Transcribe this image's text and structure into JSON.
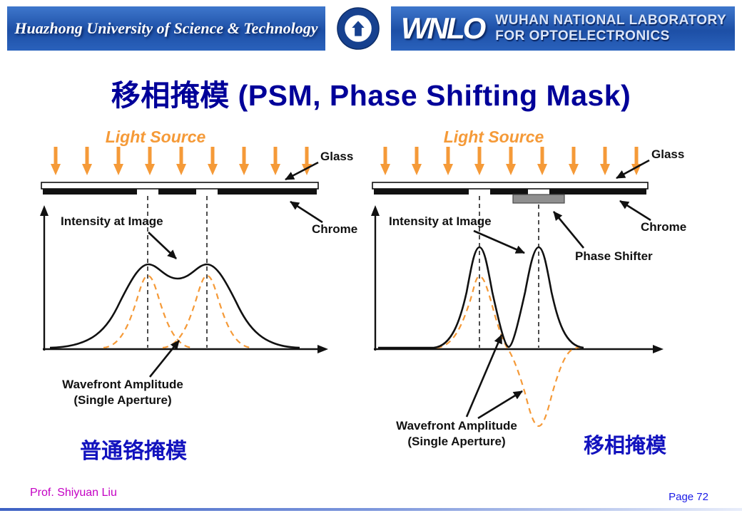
{
  "header": {
    "university_banner": "Huazhong University of Science & Technology",
    "wnlo_mark": "WNLO",
    "lab_name_line1": "WUHAN NATIONAL LABORATORY",
    "lab_name_line2": "FOR OPTOELECTRONICS"
  },
  "title": "移相掩模 (PSM, Phase Shifting Mask)",
  "diagrams": {
    "left": {
      "light_source": "Light Source",
      "glass_label": "Glass",
      "chrome_label": "Chrome",
      "intensity_label": "Intensity at Image",
      "wavefront_label_line1": "Wavefront Amplitude",
      "wavefront_label_line2": "(Single Aperture)",
      "caption": "普通铬掩模"
    },
    "right": {
      "light_source": "Light Source",
      "glass_label": "Glass",
      "chrome_label": "Chrome",
      "phase_shifter_label": "Phase Shifter",
      "intensity_label": "Intensity at Image",
      "wavefront_label_line1": "Wavefront Amplitude",
      "wavefront_label_line2": "(Single Aperture)",
      "caption": "移相掩模"
    }
  },
  "footer": {
    "author": "Prof. Shiyuan Liu",
    "page": "Page 72"
  },
  "colors": {
    "accent_orange": "#F59A38",
    "title_blue": "#000099",
    "caption_blue": "#1212BE",
    "banner_blue": "#1D4FA6",
    "author_magenta": "#C400C4"
  }
}
